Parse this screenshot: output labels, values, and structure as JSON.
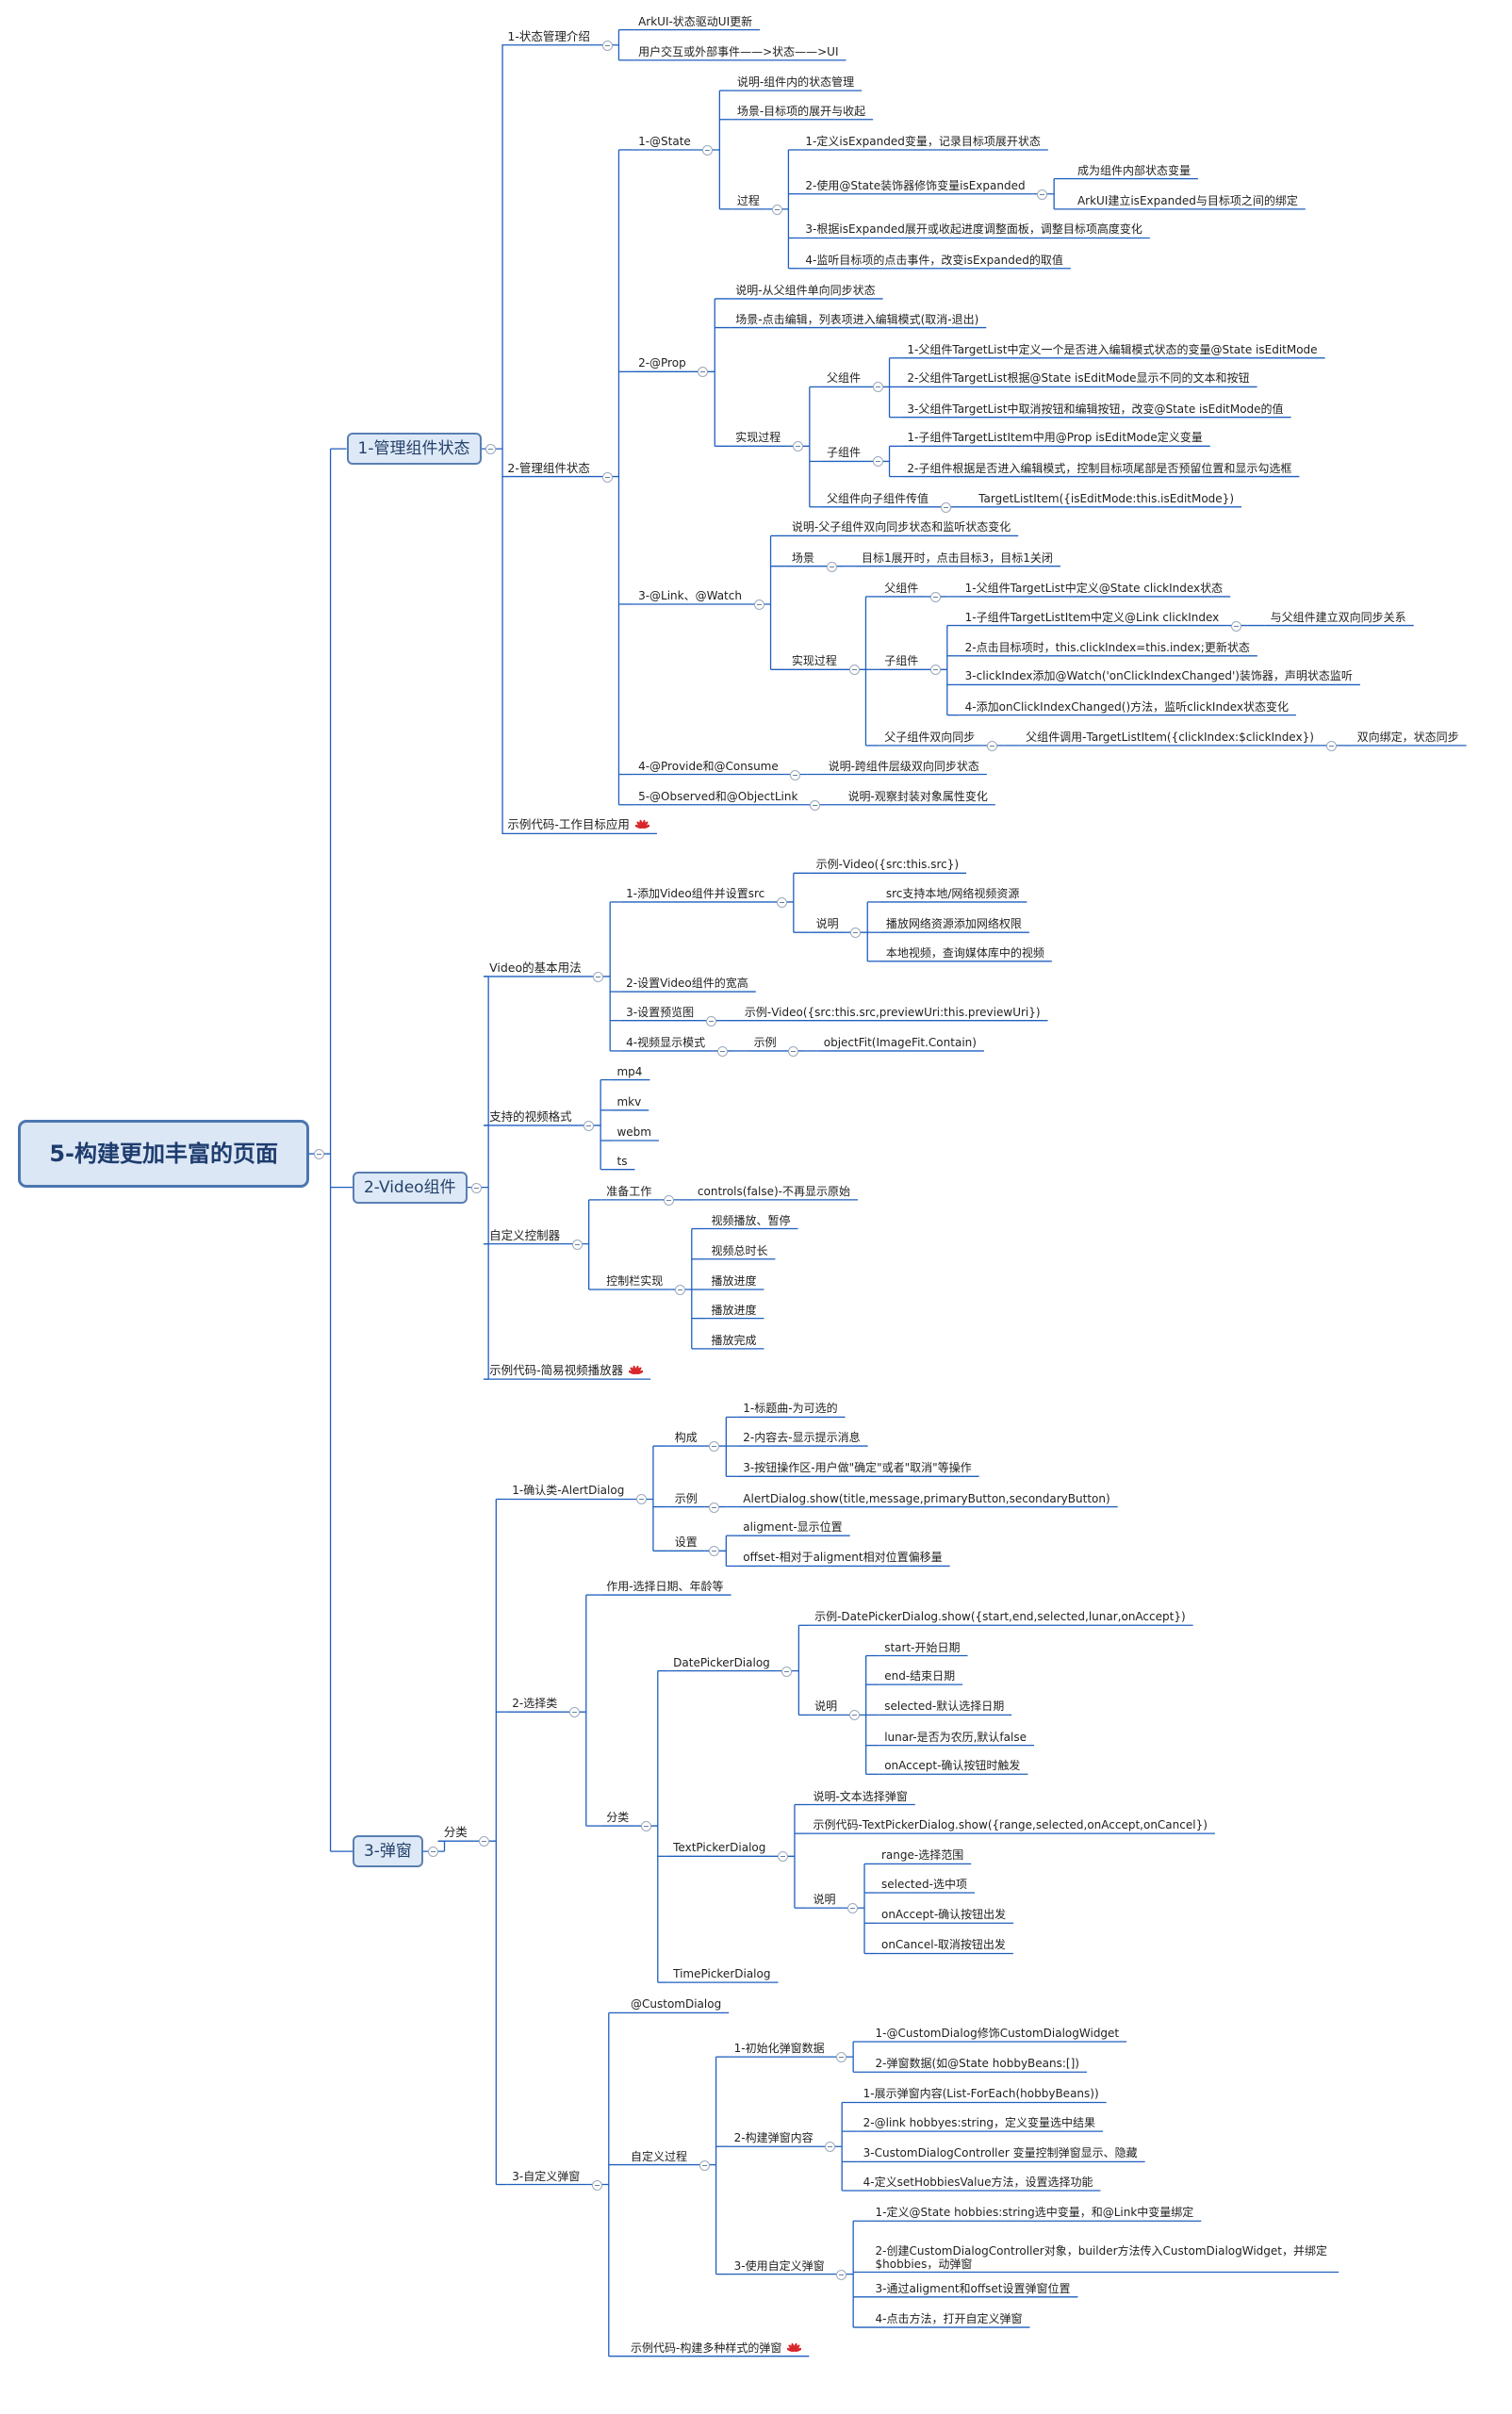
{
  "root": "5-构建更加丰富的页面",
  "brand_icon": "huawei-logo-icon",
  "colors": {
    "line": "#1f5fbf",
    "root_fill": "#dbe7f5",
    "root_border": "#4b76b0",
    "branch_fill": "#dde9f6",
    "branch_border": "#5a7fb2",
    "icon_red": "#d9262c"
  },
  "branches": [
    {
      "label": "1-管理组件状态",
      "children": [
        {
          "label": "1-状态管理介绍",
          "children": [
            {
              "label": "ArkUI-状态驱动UI更新"
            },
            {
              "label": "用户交互或外部事件——>状态——>UI"
            }
          ]
        },
        {
          "label": "2-管理组件状态",
          "children": [
            {
              "label": "1-@State",
              "children": [
                {
                  "label": "说明-组件内的状态管理"
                },
                {
                  "label": "场景-目标项的展开与收起"
                },
                {
                  "label": "过程",
                  "children": [
                    {
                      "label": "1-定义isExpanded变量，记录目标项展开状态"
                    },
                    {
                      "label": "2-使用@State装饰器修饰变量isExpanded",
                      "children": [
                        {
                          "label": "成为组件内部状态变量"
                        },
                        {
                          "label": "ArkUI建立isExpanded与目标项之间的绑定"
                        }
                      ]
                    },
                    {
                      "label": "3-根据isExpanded展开或收起进度调整面板，调整目标项高度变化"
                    },
                    {
                      "label": "4-监听目标项的点击事件，改变isExpanded的取值"
                    }
                  ]
                }
              ]
            },
            {
              "label": "2-@Prop",
              "children": [
                {
                  "label": "说明-从父组件单向同步状态"
                },
                {
                  "label": "场景-点击编辑，列表项进入编辑模式(取消-退出)"
                },
                {
                  "label": "实现过程",
                  "children": [
                    {
                      "label": "父组件",
                      "children": [
                        {
                          "label": "1-父组件TargetList中定义一个是否进入编辑模式状态的变量@State isEditMode"
                        },
                        {
                          "label": "2-父组件TargetList根据@State isEditMode显示不同的文本和按钮"
                        },
                        {
                          "label": "3-父组件TargetList中取消按钮和编辑按钮，改变@State isEditMode的值"
                        }
                      ]
                    },
                    {
                      "label": "子组件",
                      "children": [
                        {
                          "label": "1-子组件TargetListItem中用@Prop isEditMode定义变量"
                        },
                        {
                          "label": "2-子组件根据是否进入编辑模式，控制目标项尾部是否预留位置和显示勾选框"
                        }
                      ]
                    },
                    {
                      "label": "父组件向子组件传值",
                      "children": [
                        {
                          "label": "TargetListItem({isEditMode:this.isEditMode})"
                        }
                      ]
                    }
                  ]
                }
              ]
            },
            {
              "label": "3-@Link、@Watch",
              "children": [
                {
                  "label": "说明-父子组件双向同步状态和监听状态变化"
                },
                {
                  "label": "场景",
                  "children": [
                    {
                      "label": "目标1展开时，点击目标3，目标1关闭"
                    }
                  ]
                },
                {
                  "label": "实现过程",
                  "children": [
                    {
                      "label": "父组件",
                      "children": [
                        {
                          "label": "1-父组件TargetList中定义@State clickIndex状态"
                        }
                      ]
                    },
                    {
                      "label": "子组件",
                      "children": [
                        {
                          "label": "1-子组件TargetListItem中定义@Link clickIndex",
                          "children": [
                            {
                              "label": "与父组件建立双向同步关系"
                            }
                          ]
                        },
                        {
                          "label": "2-点击目标项时，this.clickIndex=this.index;更新状态"
                        },
                        {
                          "label": "3-clickIndex添加@Watch('onClickIndexChanged')装饰器，声明状态监听"
                        },
                        {
                          "label": "4-添加onClickIndexChanged()方法，监听clickIndex状态变化"
                        }
                      ]
                    },
                    {
                      "label": "父子组件双向同步",
                      "children": [
                        {
                          "label": "父组件调用-TargetListItem({clickIndex:$clickIndex})",
                          "children": [
                            {
                              "label": "双向绑定，状态同步"
                            }
                          ]
                        }
                      ]
                    }
                  ]
                }
              ]
            },
            {
              "label": "4-@Provide和@Consume",
              "children": [
                {
                  "label": "说明-跨组件层级双向同步状态"
                }
              ]
            },
            {
              "label": "5-@Observed和@ObjectLink",
              "children": [
                {
                  "label": "说明-观察封装对象属性变化"
                }
              ]
            }
          ]
        },
        {
          "label": "示例代码-工作目标应用",
          "icon": true
        }
      ]
    },
    {
      "label": "2-Video组件",
      "children": [
        {
          "label": "Video的基本用法",
          "children": [
            {
              "label": "1-添加Video组件并设置src",
              "children": [
                {
                  "label": "示例-Video({src:this.src})"
                },
                {
                  "label": "说明",
                  "children": [
                    {
                      "label": "src支持本地/网络视频资源"
                    },
                    {
                      "label": "播放网络资源添加网络权限"
                    },
                    {
                      "label": "本地视频，查询媒体库中的视频"
                    }
                  ]
                }
              ]
            },
            {
              "label": "2-设置Video组件的宽高"
            },
            {
              "label": "3-设置预览图",
              "children": [
                {
                  "label": "示例-Video({src:this.src,previewUri:this.previewUri})"
                }
              ]
            },
            {
              "label": "4-视频显示模式",
              "children": [
                {
                  "label": "示例",
                  "children": [
                    {
                      "label": "objectFit(ImageFit.Contain)"
                    }
                  ]
                }
              ]
            }
          ]
        },
        {
          "label": "支持的视频格式",
          "children": [
            {
              "label": "mp4"
            },
            {
              "label": "mkv"
            },
            {
              "label": "webm"
            },
            {
              "label": "ts"
            }
          ]
        },
        {
          "label": "自定义控制器",
          "children": [
            {
              "label": "准备工作",
              "children": [
                {
                  "label": "controls(false)-不再显示原始"
                }
              ]
            },
            {
              "label": "控制栏实现",
              "children": [
                {
                  "label": "视频播放、暂停"
                },
                {
                  "label": "视频总时长"
                },
                {
                  "label": "播放进度"
                },
                {
                  "label": "播放进度"
                },
                {
                  "label": "播放完成"
                }
              ]
            }
          ]
        },
        {
          "label": "示例代码-简易视频播放器",
          "icon": true
        }
      ]
    },
    {
      "label": "3-弹窗",
      "children": [
        {
          "label": "分类",
          "children": [
            {
              "label": "1-确认类-AlertDialog",
              "children": [
                {
                  "label": "构成",
                  "children": [
                    {
                      "label": "1-标题曲-为可选的"
                    },
                    {
                      "label": "2-内容去-显示提示消息"
                    },
                    {
                      "label": "3-按钮操作区-用户做\"确定\"或者\"取消\"等操作"
                    }
                  ]
                },
                {
                  "label": "示例",
                  "children": [
                    {
                      "label": "AlertDialog.show(title,message,primaryButton,secondaryButton)"
                    }
                  ]
                },
                {
                  "label": "设置",
                  "children": [
                    {
                      "label": "aligment-显示位置"
                    },
                    {
                      "label": "offset-相对于aligment相对位置偏移量"
                    }
                  ]
                }
              ]
            },
            {
              "label": "2-选择类",
              "children": [
                {
                  "label": "作用-选择日期、年龄等"
                },
                {
                  "label": "分类",
                  "children": [
                    {
                      "label": "DatePickerDialog",
                      "children": [
                        {
                          "label": "示例-DatePickerDialog.show({start,end,selected,lunar,onAccept})"
                        },
                        {
                          "label": "说明",
                          "children": [
                            {
                              "label": "start-开始日期"
                            },
                            {
                              "label": "end-结束日期"
                            },
                            {
                              "label": "selected-默认选择日期"
                            },
                            {
                              "label": "lunar-是否为农历,默认false"
                            },
                            {
                              "label": "onAccept-确认按钮时触发"
                            }
                          ]
                        }
                      ]
                    },
                    {
                      "label": "TextPickerDialog",
                      "children": [
                        {
                          "label": "说明-文本选择弹窗"
                        },
                        {
                          "label": "示例代码-TextPickerDialog.show({range,selected,onAccept,onCancel})"
                        },
                        {
                          "label": "说明",
                          "children": [
                            {
                              "label": "range-选择范围"
                            },
                            {
                              "label": "selected-选中项"
                            },
                            {
                              "label": "onAccept-确认按钮出发"
                            },
                            {
                              "label": "onCancel-取消按钮出发"
                            }
                          ]
                        }
                      ]
                    },
                    {
                      "label": "TimePickerDialog"
                    }
                  ]
                }
              ]
            },
            {
              "label": "3-自定义弹窗",
              "children": [
                {
                  "label": "@CustomDialog"
                },
                {
                  "label": "自定义过程",
                  "children": [
                    {
                      "label": "1-初始化弹窗数据",
                      "children": [
                        {
                          "label": "1-@CustomDialog修饰CustomDialogWidget"
                        },
                        {
                          "label": "2-弹窗数据(如@State hobbyBeans:[])"
                        }
                      ]
                    },
                    {
                      "label": "2-构建弹窗内容",
                      "children": [
                        {
                          "label": "1-展示弹窗内容(List-ForEach(hobbyBeans))"
                        },
                        {
                          "label": "2-@link hobbyes:string，定义变量选中结果"
                        },
                        {
                          "label": "3-CustomDialogController 变量控制弹窗显示、隐藏"
                        },
                        {
                          "label": "4-定义setHobbiesValue方法，设置选择功能"
                        }
                      ]
                    },
                    {
                      "label": "3-使用自定义弹窗",
                      "children": [
                        {
                          "label": "1-定义@State hobbies:string选中变量，和@Link中变量绑定"
                        },
                        {
                          "label": "2-创建CustomDialogController对象，builder方法传入CustomDialogWidget，并绑定$hobbies，动弹窗"
                        },
                        {
                          "label": "3-通过aligment和offset设置弹窗位置"
                        },
                        {
                          "label": "4-点击方法，打开自定义弹窗"
                        }
                      ]
                    }
                  ]
                },
                {
                  "label": "示例代码-构建多种样式的弹窗",
                  "icon": true
                }
              ]
            }
          ]
        }
      ]
    }
  ]
}
